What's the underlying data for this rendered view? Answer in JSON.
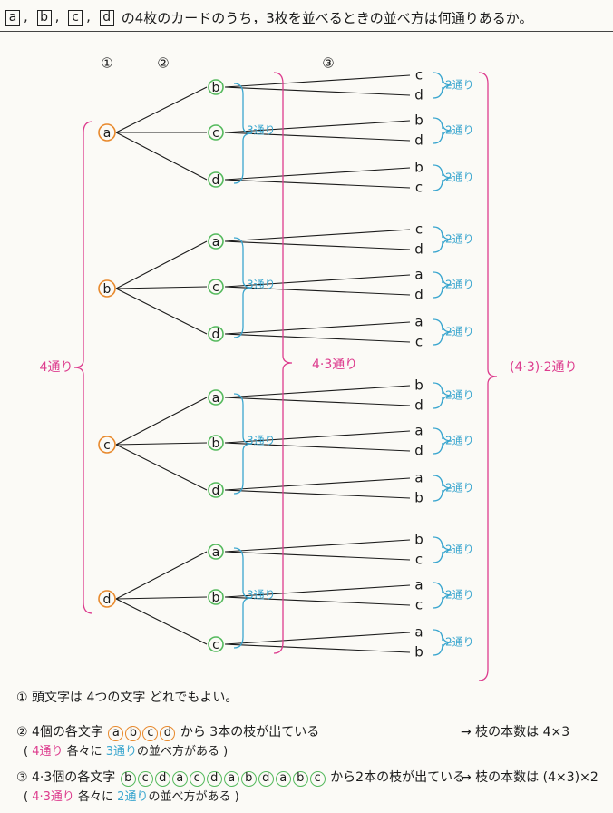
{
  "title": {
    "cards": [
      "a",
      "b",
      "c",
      "d"
    ],
    "text": "の4枚のカードのうち，3枚を並べるときの並べ方は何通りあるか。"
  },
  "stage_labels": [
    "①",
    "②",
    "③"
  ],
  "tree": {
    "first": [
      "a",
      "b",
      "c",
      "d"
    ],
    "second": [
      [
        "b",
        "c",
        "d"
      ],
      [
        "a",
        "c",
        "d"
      ],
      [
        "a",
        "b",
        "d"
      ],
      [
        "a",
        "b",
        "c"
      ]
    ],
    "third": [
      [
        [
          "c",
          "d"
        ],
        [
          "b",
          "d"
        ],
        [
          "b",
          "c"
        ]
      ],
      [
        [
          "c",
          "d"
        ],
        [
          "a",
          "d"
        ],
        [
          "a",
          "c"
        ]
      ],
      [
        [
          "b",
          "d"
        ],
        [
          "a",
          "d"
        ],
        [
          "a",
          "b"
        ]
      ],
      [
        [
          "b",
          "c"
        ],
        [
          "a",
          "c"
        ],
        [
          "a",
          "b"
        ]
      ]
    ],
    "label_second_group": "3通り",
    "label_third_group": "2通り",
    "label_first_total": "4通り",
    "label_second_total": "4·3通り",
    "label_third_total": "(4·3)·2通り"
  },
  "colors": {
    "first_circle": "#e8892c",
    "second_circle": "#54b95c",
    "brace_pink": "#dd3c8e",
    "brace_blue": "#3aa6cf",
    "line": "#1a1a1a"
  },
  "notes": {
    "n1": {
      "mark": "①",
      "text": "頭文字は 4つの文字 どれでもよい。"
    },
    "n2": {
      "mark": "②",
      "pre": "4個の各文字",
      "letters": [
        "a",
        "b",
        "c",
        "d"
      ],
      "post": "から 3本の枝が出ている",
      "sub_open": "(",
      "sub_a": "4通り",
      "sub_b": " 各々に ",
      "sub_c": "3通り",
      "sub_d": "の並べ方がある )",
      "arrow": "→ 枝の本数は 4×3"
    },
    "n3": {
      "mark": "③",
      "pre": "4·3個の各文字",
      "letters": [
        "b",
        "c",
        "d",
        "a",
        "c",
        "d",
        "a",
        "b",
        "d",
        "a",
        "b",
        "c"
      ],
      "post": "から2本の枝が出ている",
      "sub_open": "(",
      "sub_a": "4·3通り",
      "sub_b": " 各々に ",
      "sub_c": "2通り",
      "sub_d": "の並べ方がある )",
      "arrow": "→ 枝の本数は (4×3)×2"
    }
  }
}
